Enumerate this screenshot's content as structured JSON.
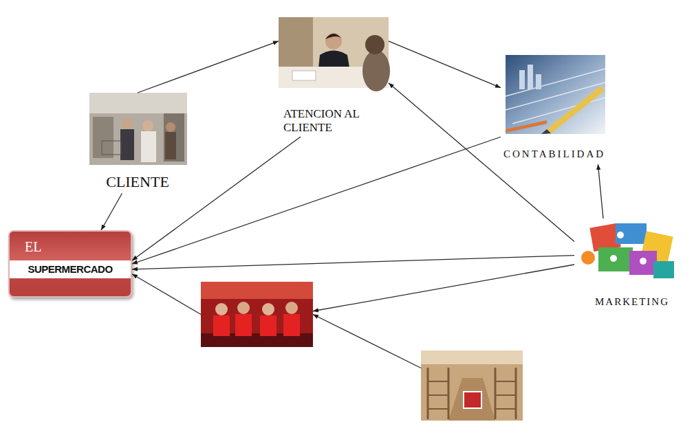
{
  "diagram": {
    "nodes": [
      {
        "text": [
          "ATENCION AL CLIENTE"
        ]
      },
      {
        "text": [
          "CONTABILIDAD"
        ]
      },
      {
        "text": [
          "CLIENTE"
        ]
      },
      {
        "text": [
          "EL",
          "SUPERMERCADO"
        ]
      },
      {
        "text": [
          "MARKETING"
        ]
      },
      {
        "text": []
      },
      {
        "text": []
      }
    ],
    "edges": [
      {
        "from": 2,
        "to": 0,
        "arrow": "to"
      },
      {
        "from": 2,
        "to": 3,
        "arrow": "to"
      },
      {
        "from": 0,
        "to": 1,
        "arrow": "to"
      },
      {
        "from": 0,
        "to": 3,
        "arrow": "to"
      },
      {
        "from": 1,
        "to": 3,
        "arrow": "to"
      },
      {
        "from": 4,
        "to": 0,
        "arrow": "to"
      },
      {
        "from": 4,
        "to": 1,
        "arrow": "to"
      },
      {
        "from": 4,
        "to": 3,
        "arrow": "to"
      },
      {
        "from": 4,
        "to": 5,
        "arrow": "to"
      },
      {
        "from": 5,
        "to": 3,
        "arrow": "to"
      },
      {
        "from": 6,
        "to": 5,
        "arrow": "to"
      }
    ]
  }
}
